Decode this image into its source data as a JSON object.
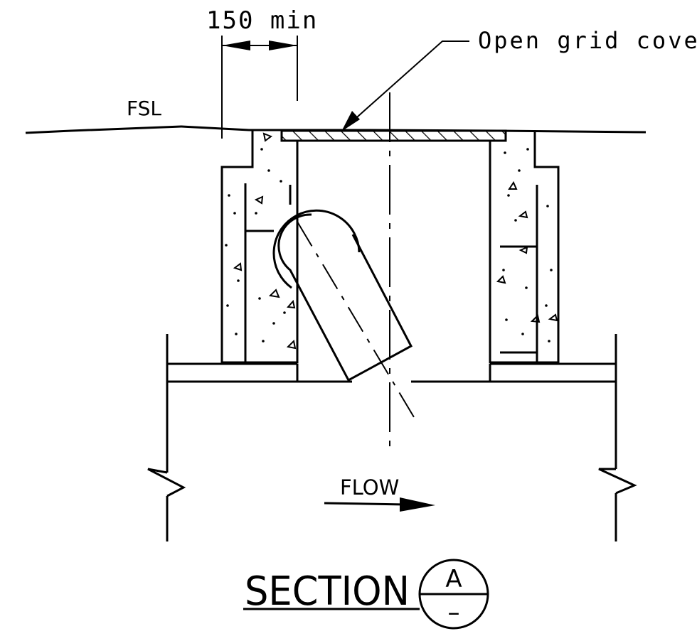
{
  "labels": {
    "dimension": "150 min",
    "cover_callout": "Open grid cover",
    "ground_level": "FSL",
    "flow": "FLOW",
    "section_title": "SECTION",
    "section_mark": "A",
    "section_sheet": "–"
  }
}
